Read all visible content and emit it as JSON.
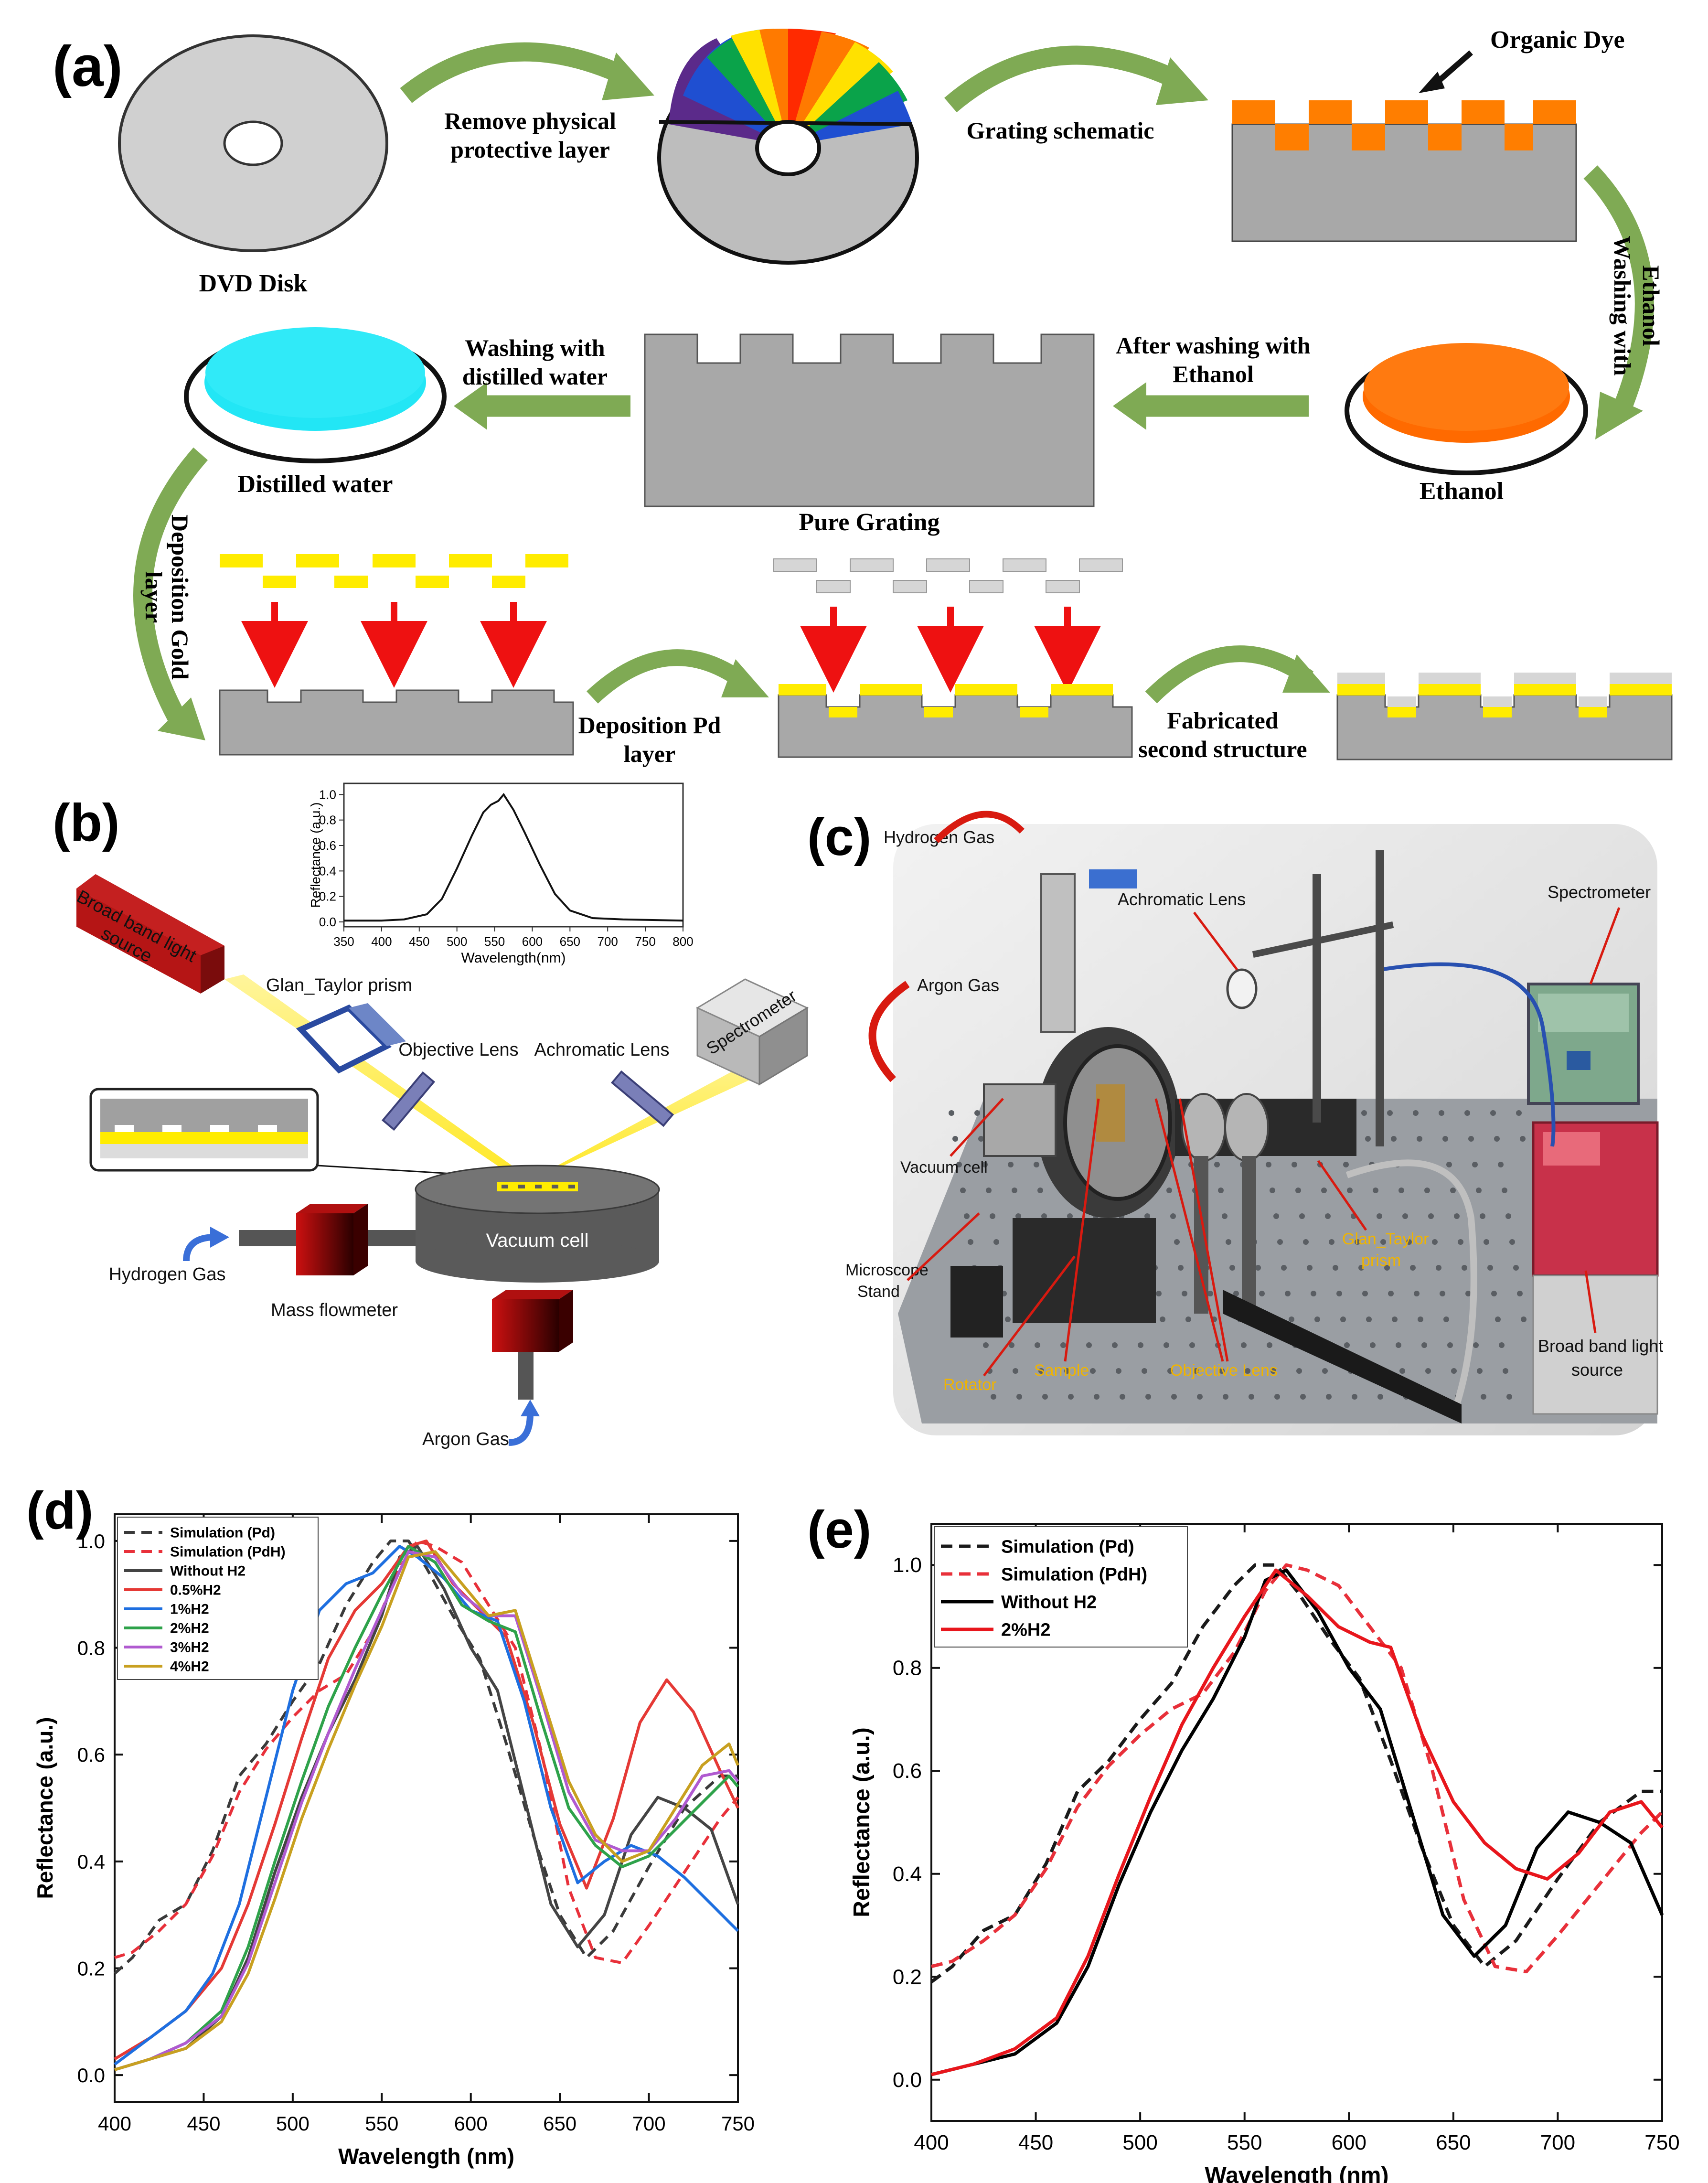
{
  "panels": {
    "a": "(a)",
    "b": "(b)",
    "c": "(c)",
    "d": "(d)",
    "e": "(e)"
  },
  "panel_a": {
    "dvd_label": "DVD Disk",
    "remove_layer": [
      "Remove physical",
      "protective layer"
    ],
    "grating_schematic": "Grating schematic",
    "organic_dye": "Organic Dye",
    "washing_ethanol_vertical": [
      "Washing with",
      "Ethanol"
    ],
    "ethanol": "Ethanol",
    "after_washing": [
      "After washing with",
      "Ethanol"
    ],
    "pure_grating": "Pure Grating",
    "washing_water": [
      "Washing with",
      "distilled  water"
    ],
    "distilled_water": "Distilled water",
    "deposition_gold": [
      "Deposition Gold",
      "layer"
    ],
    "deposition_pd": [
      "Deposition Pd",
      "layer"
    ],
    "fabricated": [
      "Fabricated",
      "second structure"
    ],
    "colors": {
      "dye": "#ff7e00",
      "gold": "#ffec00",
      "pd": "#d6d6d6",
      "substrate": "#a8a8a8",
      "water": "#22e6f5",
      "arrow": "#7faa54",
      "red_arrow": "#ee1c1c"
    }
  },
  "panel_b": {
    "source": [
      "Broad band light",
      "source"
    ],
    "glan": "Glan_Taylor prism",
    "objective": "Objective Lens",
    "achromatic": "Achromatic Lens",
    "spectrometer": "Spectrometer",
    "vacuum": "Vacuum cell",
    "hydrogen": "Hydrogen Gas",
    "mass": "Mass flowmeter",
    "argon": "Argon Gas",
    "inset": {
      "ylabel": "Reflectance (a.u.)",
      "xlabel": "Wavelength(nm)",
      "xticks": [
        "350",
        "400",
        "450",
        "500",
        "550",
        "600",
        "650",
        "700",
        "750",
        "800"
      ],
      "yticks": [
        "0.0",
        "0.2",
        "0.4",
        "0.6",
        "0.8",
        "1.0"
      ]
    }
  },
  "panel_c": {
    "hydrogen": "Hydrogen Gas",
    "achromatic": "Achromatic Lens",
    "spectrometer": "Spectrometer",
    "argon": "Argon Gas",
    "vacuum": "Vacuum  cell",
    "microscope": [
      "Microscope",
      "Stand"
    ],
    "glan": [
      "Glan_Taylor",
      "prism"
    ],
    "rotator": "Rotator",
    "sample": "Sample",
    "objective": "Objective Lens",
    "source": [
      "Broad band light",
      "source"
    ]
  },
  "chart_data": [
    {
      "type": "line",
      "panel": "(d)",
      "xlabel": "Wavelength (nm)",
      "ylabel": "Reflectance (a.u.)",
      "xlim": [
        400,
        750
      ],
      "ylim": [
        -0.05,
        1.05
      ],
      "xticks": [
        "400",
        "450",
        "500",
        "550",
        "600",
        "650",
        "700",
        "750"
      ],
      "yticks": [
        "0.0",
        "0.2",
        "0.4",
        "0.6",
        "0.8",
        "1.0"
      ],
      "legend_position": "top-left",
      "series": [
        {
          "name": "Simulation (Pd)",
          "color": "#3a3a3a",
          "dash": true,
          "x": [
            400,
            410,
            425,
            440,
            455,
            470,
            485,
            500,
            515,
            530,
            545,
            555,
            565,
            575,
            590,
            605,
            620,
            635,
            650,
            665,
            680,
            700,
            720,
            740,
            750
          ],
          "y": [
            0.19,
            0.22,
            0.29,
            0.32,
            0.42,
            0.56,
            0.62,
            0.7,
            0.77,
            0.88,
            0.96,
            1.0,
            1.0,
            0.95,
            0.86,
            0.78,
            0.62,
            0.45,
            0.3,
            0.22,
            0.27,
            0.39,
            0.5,
            0.56,
            0.56
          ]
        },
        {
          "name": "Simulation (PdH)",
          "color": "#e8303a",
          "dash": true,
          "x": [
            400,
            410,
            425,
            440,
            455,
            470,
            485,
            500,
            515,
            530,
            545,
            560,
            570,
            580,
            595,
            610,
            625,
            640,
            655,
            670,
            685,
            700,
            720,
            740,
            750
          ],
          "y": [
            0.22,
            0.23,
            0.27,
            0.32,
            0.41,
            0.53,
            0.61,
            0.67,
            0.72,
            0.75,
            0.83,
            0.95,
            1.0,
            0.99,
            0.96,
            0.88,
            0.8,
            0.6,
            0.35,
            0.22,
            0.21,
            0.28,
            0.38,
            0.48,
            0.52
          ]
        },
        {
          "name": "Without H2",
          "color": "#444444",
          "dash": false,
          "x": [
            400,
            420,
            440,
            460,
            475,
            490,
            505,
            520,
            535,
            550,
            560,
            570,
            585,
            600,
            615,
            630,
            645,
            660,
            675,
            690,
            705,
            720,
            735,
            750
          ],
          "y": [
            0.01,
            0.03,
            0.05,
            0.11,
            0.22,
            0.38,
            0.52,
            0.64,
            0.74,
            0.86,
            0.97,
            0.99,
            0.91,
            0.8,
            0.72,
            0.52,
            0.32,
            0.24,
            0.3,
            0.45,
            0.52,
            0.5,
            0.46,
            0.32
          ]
        },
        {
          "name": "0.5%H2",
          "color": "#e53935",
          "dash": false,
          "x": [
            400,
            420,
            440,
            460,
            475,
            490,
            505,
            520,
            535,
            550,
            565,
            575,
            590,
            605,
            620,
            635,
            650,
            665,
            680,
            695,
            710,
            725,
            740,
            750
          ],
          "y": [
            0.03,
            0.07,
            0.12,
            0.2,
            0.32,
            0.47,
            0.63,
            0.78,
            0.87,
            0.92,
            0.99,
            1.0,
            0.92,
            0.87,
            0.82,
            0.66,
            0.47,
            0.35,
            0.48,
            0.66,
            0.74,
            0.68,
            0.57,
            0.5
          ]
        },
        {
          "name": "1%H2",
          "color": "#1e6fe0",
          "dash": false,
          "x": [
            400,
            420,
            440,
            455,
            470,
            485,
            500,
            515,
            530,
            545,
            560,
            570,
            585,
            600,
            615,
            630,
            645,
            660,
            675,
            690,
            705,
            720,
            735,
            750
          ],
          "y": [
            0.02,
            0.07,
            0.12,
            0.19,
            0.32,
            0.52,
            0.72,
            0.87,
            0.92,
            0.94,
            0.99,
            0.97,
            0.93,
            0.87,
            0.85,
            0.7,
            0.5,
            0.36,
            0.4,
            0.43,
            0.41,
            0.37,
            0.32,
            0.27
          ]
        },
        {
          "name": "2%H2",
          "color": "#2ea24a",
          "dash": false,
          "x": [
            400,
            420,
            440,
            460,
            475,
            490,
            505,
            520,
            535,
            550,
            565,
            580,
            595,
            610,
            625,
            640,
            655,
            670,
            685,
            700,
            715,
            730,
            745,
            750
          ],
          "y": [
            0.01,
            0.03,
            0.06,
            0.12,
            0.24,
            0.4,
            0.55,
            0.69,
            0.8,
            0.9,
            0.99,
            0.96,
            0.88,
            0.85,
            0.83,
            0.66,
            0.5,
            0.43,
            0.39,
            0.41,
            0.46,
            0.51,
            0.56,
            0.54
          ]
        },
        {
          "name": "3%H2",
          "color": "#b05ad0",
          "dash": false,
          "x": [
            400,
            420,
            440,
            460,
            475,
            490,
            505,
            520,
            535,
            550,
            565,
            580,
            595,
            610,
            625,
            640,
            655,
            670,
            685,
            700,
            715,
            730,
            745,
            750
          ],
          "y": [
            0.01,
            0.03,
            0.06,
            0.11,
            0.21,
            0.36,
            0.51,
            0.64,
            0.76,
            0.87,
            0.98,
            0.97,
            0.9,
            0.86,
            0.86,
            0.7,
            0.53,
            0.44,
            0.42,
            0.42,
            0.48,
            0.56,
            0.57,
            0.55
          ]
        },
        {
          "name": "4%H2",
          "color": "#c8a020",
          "dash": false,
          "x": [
            400,
            420,
            440,
            460,
            475,
            490,
            505,
            520,
            535,
            550,
            565,
            580,
            595,
            610,
            625,
            640,
            655,
            670,
            685,
            700,
            715,
            730,
            745,
            750
          ],
          "y": [
            0.01,
            0.03,
            0.05,
            0.1,
            0.19,
            0.33,
            0.48,
            0.61,
            0.73,
            0.84,
            0.97,
            0.98,
            0.92,
            0.86,
            0.87,
            0.71,
            0.55,
            0.45,
            0.4,
            0.42,
            0.5,
            0.58,
            0.62,
            0.58
          ]
        }
      ]
    },
    {
      "type": "line",
      "panel": "(e)",
      "xlabel": "Wavelength (nm)",
      "ylabel": "Reflectance (a.u.)",
      "xlim": [
        400,
        750
      ],
      "ylim": [
        -0.08,
        1.08
      ],
      "xticks": [
        "400",
        "450",
        "500",
        "550",
        "600",
        "650",
        "700",
        "750"
      ],
      "yticks": [
        "0.0",
        "0.2",
        "0.4",
        "0.6",
        "0.8",
        "1.0"
      ],
      "legend_position": "top-left",
      "series": [
        {
          "name": "Simulation  (Pd)",
          "color": "#1a1a1a",
          "dash": true,
          "x": [
            400,
            410,
            425,
            440,
            455,
            470,
            485,
            500,
            515,
            530,
            545,
            555,
            565,
            575,
            590,
            605,
            620,
            635,
            650,
            665,
            680,
            700,
            720,
            740,
            750
          ],
          "y": [
            0.19,
            0.22,
            0.29,
            0.32,
            0.42,
            0.56,
            0.62,
            0.7,
            0.77,
            0.88,
            0.96,
            1.0,
            1.0,
            0.95,
            0.86,
            0.78,
            0.62,
            0.45,
            0.3,
            0.22,
            0.27,
            0.39,
            0.5,
            0.56,
            0.56
          ]
        },
        {
          "name": "Simulation  (PdH)",
          "color": "#e8303a",
          "dash": true,
          "x": [
            400,
            410,
            425,
            440,
            455,
            470,
            485,
            500,
            515,
            530,
            545,
            560,
            570,
            580,
            595,
            610,
            625,
            640,
            655,
            670,
            685,
            700,
            720,
            740,
            750
          ],
          "y": [
            0.22,
            0.23,
            0.27,
            0.32,
            0.41,
            0.53,
            0.61,
            0.67,
            0.72,
            0.75,
            0.83,
            0.95,
            1.0,
            0.99,
            0.96,
            0.88,
            0.8,
            0.6,
            0.35,
            0.22,
            0.21,
            0.28,
            0.38,
            0.48,
            0.52
          ]
        },
        {
          "name": "Without  H2",
          "color": "#000000",
          "dash": false,
          "x": [
            400,
            420,
            440,
            460,
            475,
            490,
            505,
            520,
            535,
            550,
            560,
            570,
            585,
            600,
            615,
            630,
            645,
            660,
            675,
            690,
            705,
            720,
            735,
            750
          ],
          "y": [
            0.01,
            0.03,
            0.05,
            0.11,
            0.22,
            0.38,
            0.52,
            0.64,
            0.74,
            0.86,
            0.97,
            0.99,
            0.91,
            0.8,
            0.72,
            0.52,
            0.32,
            0.24,
            0.3,
            0.45,
            0.52,
            0.5,
            0.46,
            0.32
          ]
        },
        {
          "name": "2%H2",
          "color": "#e8161c",
          "dash": false,
          "x": [
            400,
            420,
            440,
            460,
            475,
            490,
            505,
            520,
            535,
            550,
            565,
            580,
            595,
            610,
            620,
            635,
            650,
            665,
            680,
            695,
            710,
            725,
            740,
            750
          ],
          "y": [
            0.01,
            0.03,
            0.06,
            0.12,
            0.24,
            0.4,
            0.55,
            0.69,
            0.8,
            0.9,
            0.99,
            0.94,
            0.88,
            0.85,
            0.84,
            0.67,
            0.54,
            0.46,
            0.41,
            0.39,
            0.44,
            0.52,
            0.54,
            0.49
          ]
        }
      ]
    }
  ]
}
